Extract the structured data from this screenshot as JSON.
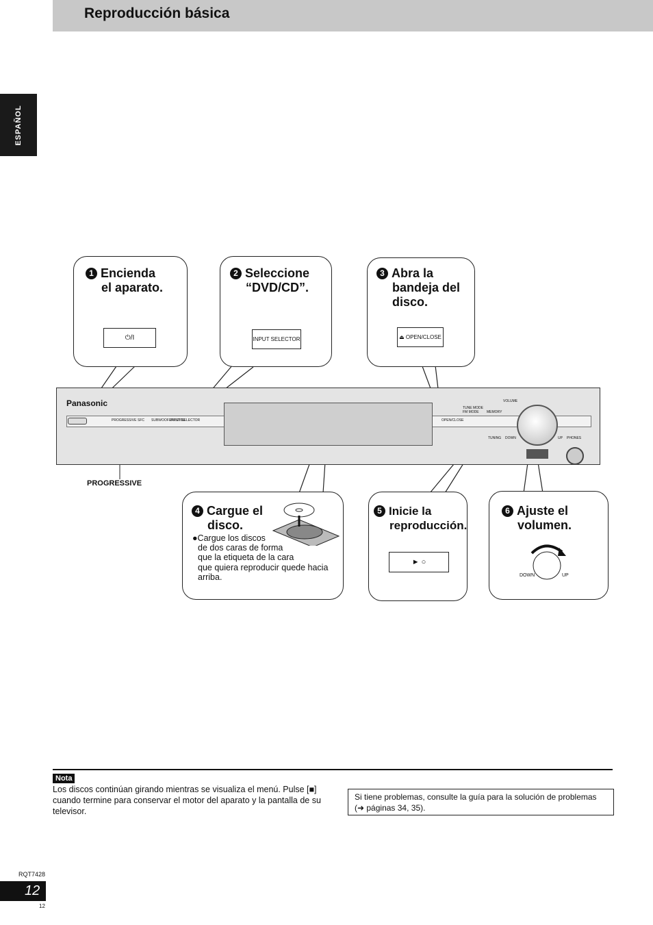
{
  "page": {
    "title": "Reproducción básica",
    "language_tab": "ESPAÑOL",
    "model_code": "RQT7428",
    "page_number": "12",
    "page_number_small": "12"
  },
  "steps": [
    {
      "num": "1",
      "title_line1": "Encienda",
      "title_line2": "el aparato.",
      "button_label": "⏻/I"
    },
    {
      "num": "2",
      "title_line1": "Seleccione",
      "title_line2": "“DVD/CD”.",
      "button_label": "INPUT SELECTOR"
    },
    {
      "num": "3",
      "title_line1": "Abra la",
      "title_line2": "bandeja del",
      "title_line3": "disco.",
      "button_label": "⏏ OPEN/CLOSE"
    },
    {
      "num": "4",
      "title_line1": "Cargue el",
      "title_line2": "disco.",
      "bullet": "●Cargue los discos",
      "body_lines": [
        "de dos caras de forma",
        "que la etiqueta de la cara",
        "que quiera reproducir quede hacia",
        "arriba."
      ]
    },
    {
      "num": "5",
      "title_line1": "Inicie la",
      "title_line2": "reproducción.",
      "button_label": "►  ○"
    },
    {
      "num": "6",
      "title_line1": "Ajuste el",
      "title_line2": "volumen.",
      "knob_down": "DOWN",
      "knob_up": "UP"
    }
  ],
  "device": {
    "brand": "Panasonic",
    "progressive_label": "PROGRESSIVE",
    "panel_labels": {
      "progressive": "PROGRESSIVE",
      "sfc": "SFC",
      "subwoofer": "SUBWOOFER LEVEL",
      "input_selector": "INPUT SELECTOR",
      "open_close": "OPEN/CLOSE",
      "tune_mode": "TUNE MODE",
      "fm_mode": "FM MODE",
      "memory": "MEMORY",
      "volume": "VOLUME",
      "tuning": "TUNING",
      "down": "DOWN",
      "up": "UP",
      "phones": "PHONES"
    }
  },
  "note": {
    "label": "Nota",
    "text": "Los discos continúan girando mientras se visualiza el menú. Pulse [■] cuando termine para conservar el motor del aparato y la pantalla de su televisor."
  },
  "trouble": {
    "text": "Si tiene problemas, consulte la guía para la solución de problemas (➜ páginas 34, 35)."
  },
  "colors": {
    "header_bg": "#c8c8c8",
    "tab_bg": "#1a1a1a",
    "device_body": "#e4e4e4"
  }
}
